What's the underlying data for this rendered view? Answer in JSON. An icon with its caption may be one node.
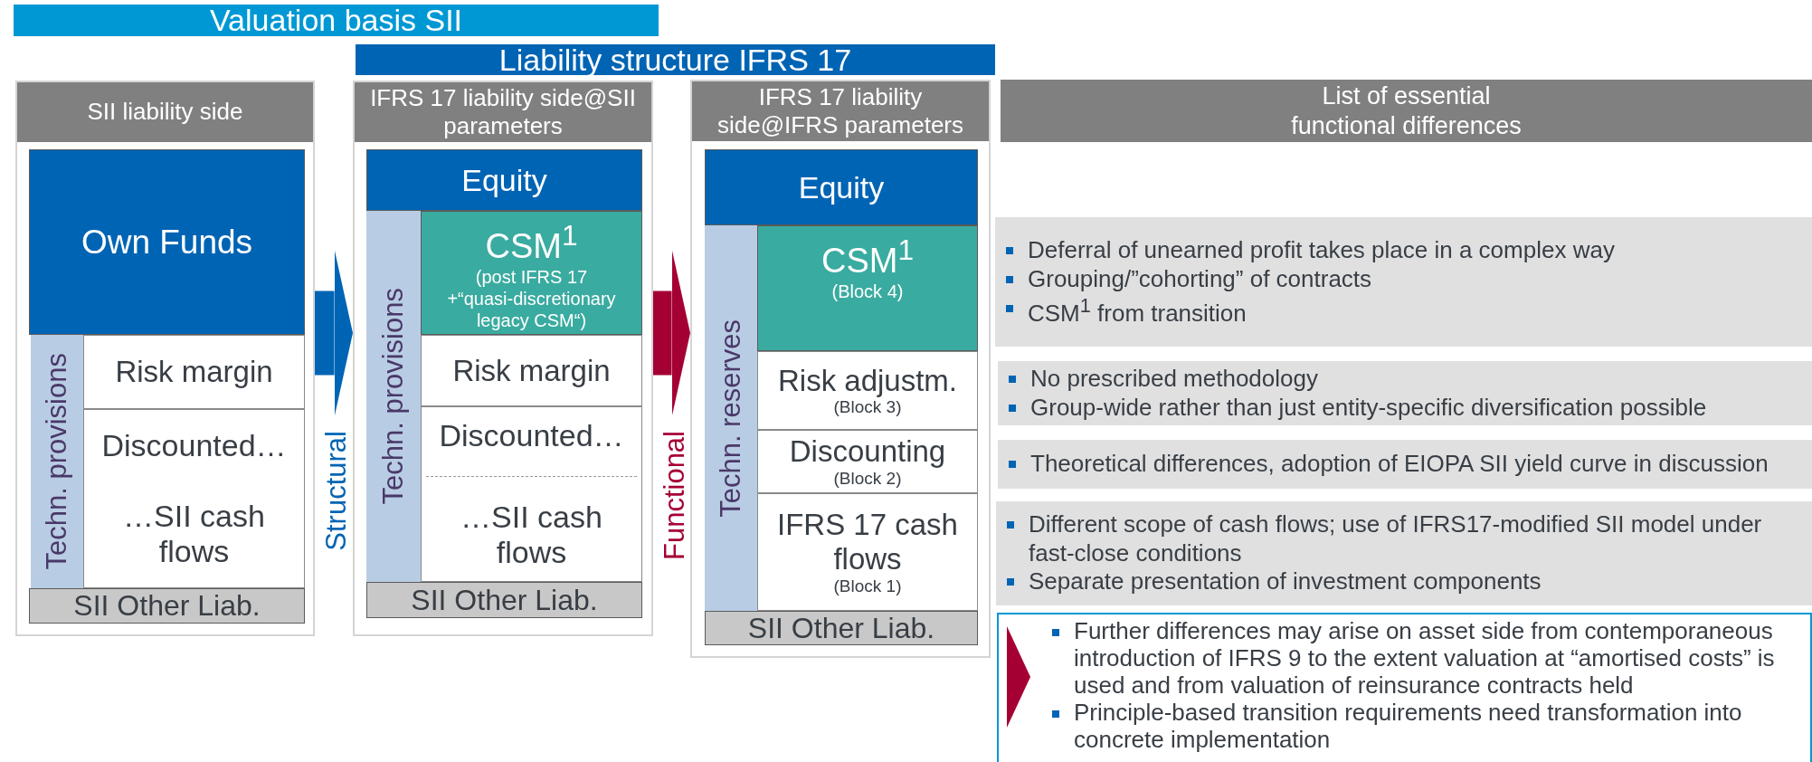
{
  "diagram": {
    "nodes": [
      {
        "text": [
          "Valuation basis SII"
        ]
      },
      {
        "text": [
          "Liability structure IFRS 17"
        ]
      },
      {
        "text": [
          "SII liability side"
        ]
      },
      {
        "text": [
          "Own Funds"
        ],
        "in": 2
      },
      {
        "text": [
          "Techn. provisions"
        ],
        "in": 2
      },
      {
        "text": [
          "Risk margin"
        ],
        "in": 2
      },
      {
        "text": [
          "Discounted…",
          "…SII cash flows"
        ],
        "in": 2
      },
      {
        "text": [
          "SII Other Liab."
        ],
        "in": 2
      },
      {
        "text": [
          "IFRS 17 liability side@SII parameters"
        ]
      },
      {
        "text": [
          "Equity"
        ],
        "in": 8
      },
      {
        "text": [
          "Techn. provisions"
        ],
        "in": 8
      },
      {
        "text": [
          "CSM$^{1}$",
          "(post IFRS 17 +“quasi-discretionary legacy CSM“)"
        ],
        "in": 8
      },
      {
        "text": [
          "Risk margin"
        ],
        "in": 8
      },
      {
        "text": [
          "Discounted…",
          "…SII cash flows"
        ],
        "in": 8
      },
      {
        "text": [
          "SII Other Liab."
        ],
        "in": 8
      },
      {
        "text": [
          "IFRS 17 liability side@IFRS parameters"
        ]
      },
      {
        "text": [
          "Equity"
        ],
        "in": 15
      },
      {
        "text": [
          "Techn. reserves"
        ],
        "in": 15
      },
      {
        "text": [
          "CSM$^{1}$",
          "(Block 4)"
        ],
        "in": 15
      },
      {
        "text": [
          "Risk adjustm.",
          "(Block 3)"
        ],
        "in": 15
      },
      {
        "text": [
          "Discounting",
          "(Block 2)"
        ],
        "in": 15
      },
      {
        "text": [
          "IFRS 17 cash flows",
          "(Block 1)"
        ],
        "in": 15
      },
      {
        "text": [
          "SII Other Liab."
        ],
        "in": 15
      },
      {
        "text": [
          "List of essential functional differences"
        ]
      },
      {
        "text": [
          "Deferral of unearned profit takes place in a complex way",
          "Grouping/”cohorting” of contracts",
          "CSM$^{1}$ from transition"
        ]
      },
      {
        "text": [
          "No prescribed methodology",
          "Group-wide rather than just entity-specific diversification possible"
        ]
      },
      {
        "text": [
          "Theoretical differences, adoption of EIOPA SII yield curve in discussion"
        ]
      },
      {
        "text": [
          "Different scope of cash flows; use of IFRS17-modified SII model under fast-close conditions",
          "Separate presentation of investment components"
        ]
      },
      {
        "text": [
          "Further differences may arise on asset side from contemporaneous introduction of IFRS 9 to the extent valuation at “amortised costs” is used and from valuation of reinsurance contracts held",
          "Principle-based transition requirements need transformation into concrete implementation"
        ]
      }
    ],
    "edges": [
      {
        "from": 2,
        "to": 8,
        "arrow": "to",
        "label": "Structural",
        "color": "#0064b4"
      },
      {
        "from": 8,
        "to": 15,
        "arrow": "to",
        "label": "Functional",
        "color": "#a50034"
      }
    ]
  }
}
